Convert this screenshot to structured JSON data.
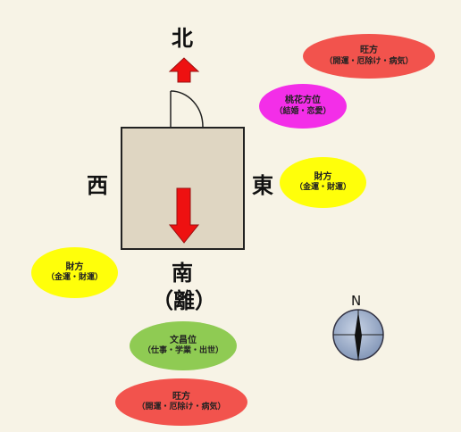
{
  "directions": {
    "north": "北",
    "south": "南",
    "south_trigram": "（離）",
    "east": "東",
    "west": "西"
  },
  "compass": {
    "label": "N"
  },
  "zones": [
    {
      "id": "wang-top",
      "title": "旺方",
      "subtitle": "（開運・厄除け・病気）",
      "color": "#f2534d"
    },
    {
      "id": "peach",
      "title": "桃花方位",
      "subtitle": "（結婚・恋愛）",
      "color": "#f32ee8"
    },
    {
      "id": "wealth-east",
      "title": "財方",
      "subtitle": "（金運・財運）",
      "color": "#ffff0a"
    },
    {
      "id": "wealth-west",
      "title": "財方",
      "subtitle": "（金運・財運）",
      "color": "#ffff0a"
    },
    {
      "id": "wenchang",
      "title": "文昌位",
      "subtitle": "（仕事・学業・出世）",
      "color": "#8fcb53"
    },
    {
      "id": "wang-bottom",
      "title": "旺方",
      "subtitle": "（開運・厄除け・病気）",
      "color": "#f2534d"
    }
  ],
  "colors": {
    "arrow": "#ee1111",
    "house": "#dfd6c2",
    "background": "#f7f3e6"
  }
}
